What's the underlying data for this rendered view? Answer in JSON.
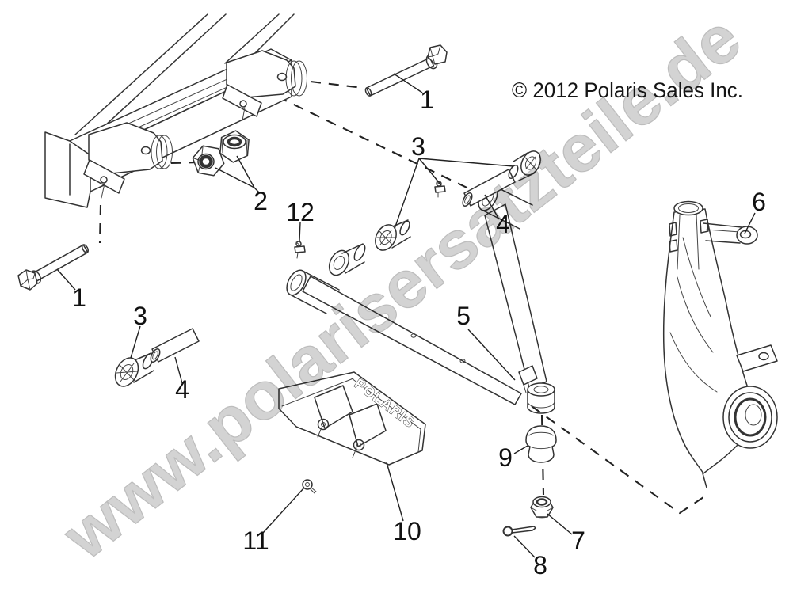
{
  "diagram": {
    "copyright": "© 2012 Polaris Sales Inc.",
    "watermark": "www.polarisersatzteile.de",
    "plate_logo": "POLARIS",
    "callouts": [
      "1",
      "1",
      "2",
      "3",
      "3",
      "4",
      "4",
      "5",
      "6",
      "7",
      "8",
      "9",
      "10",
      "11",
      "12"
    ]
  }
}
